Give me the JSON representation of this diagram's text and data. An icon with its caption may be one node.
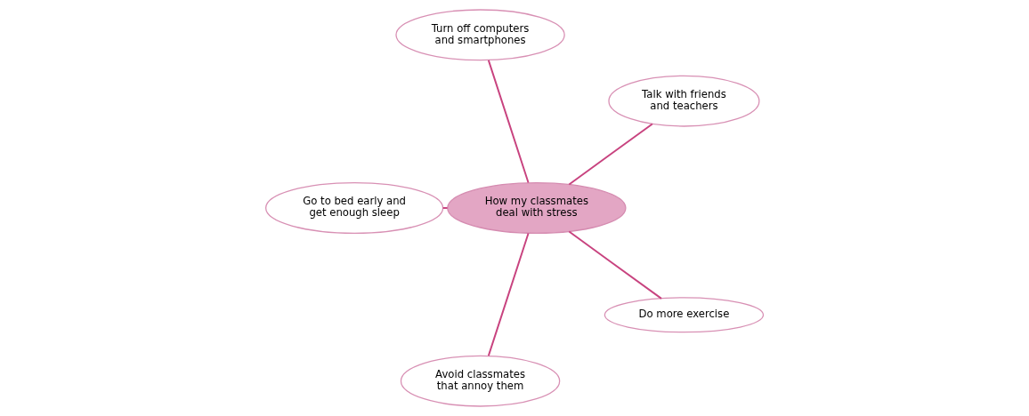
{
  "diagram": {
    "nodes": [
      {
        "text": [
          "Talk with friends and teachers"
        ]
      },
      {
        "text": [
          "Turn off computers and smartphones"
        ]
      },
      {
        "text": [
          "Go to bed early and get enough sleep"
        ]
      },
      {
        "text": [
          "How my classmates deal with stress"
        ]
      },
      {
        "text": [
          "Avoid classmates that annoy them"
        ]
      },
      {
        "text": [
          "Do more exercise"
        ]
      }
    ],
    "edges": [
      {
        "from": 3,
        "to": 0,
        "arrow": "none"
      },
      {
        "from": 3,
        "to": 1,
        "arrow": "none"
      },
      {
        "from": 3,
        "to": 2,
        "arrow": "none"
      },
      {
        "from": 3,
        "to": 4,
        "arrow": "none"
      },
      {
        "from": 3,
        "to": 5,
        "arrow": "none"
      }
    ]
  }
}
